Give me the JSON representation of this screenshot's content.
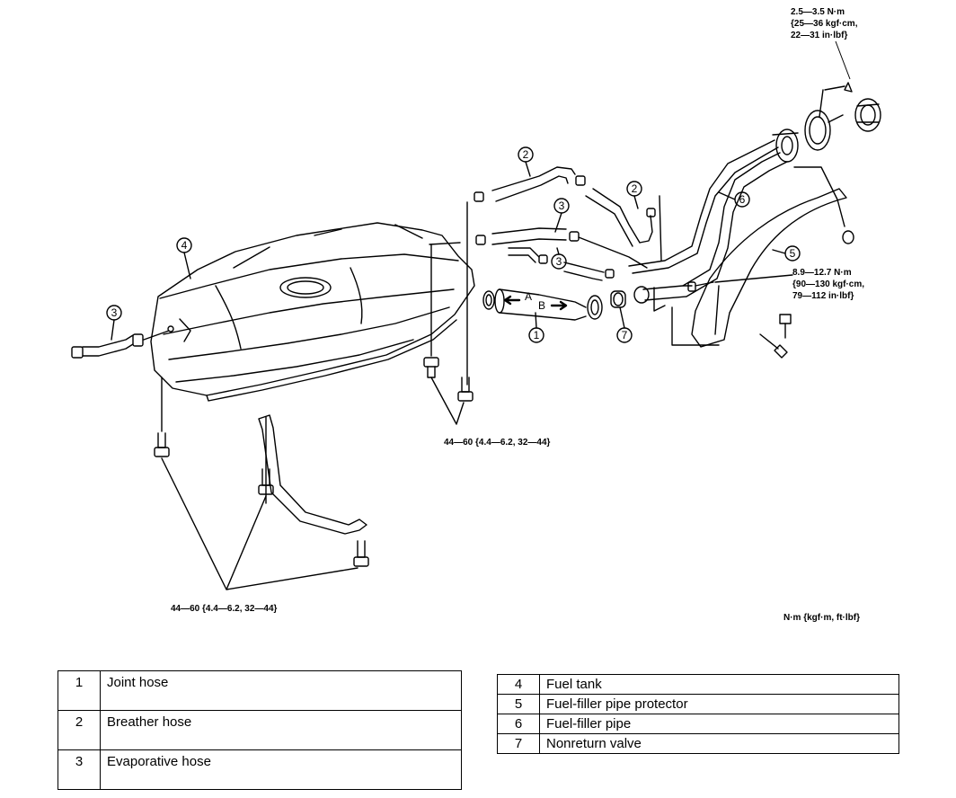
{
  "callouts": {
    "c1": "1",
    "c2a": "2",
    "c2b": "2",
    "c3a": "3",
    "c3b": "3",
    "c3c": "3",
    "c4": "4",
    "c5": "5",
    "c6": "6",
    "c7": "7"
  },
  "letters": {
    "a": "A",
    "b": "B"
  },
  "torques": {
    "cap_line1": "2.5—3.5 N·m",
    "cap_line2": "{25—36 kgf·cm,",
    "cap_line3": "22—31 in·lbf}",
    "pipe_line1": "8.9—12.7 N·m",
    "pipe_line2": "{90—130 kgf·cm,",
    "pipe_line3": "79—112 in·lbf}",
    "mid_bolts": "44—60 {4.4—6.2, 32—44}",
    "strap_bolts": "44—60 {4.4—6.2, 32—44}",
    "units": "N·m {kgf·m, ft·lbf}"
  },
  "parts_left": [
    {
      "num": "1",
      "name": "Joint hose"
    },
    {
      "num": "2",
      "name": "Breather hose"
    },
    {
      "num": "3",
      "name": "Evaporative hose"
    }
  ],
  "parts_right": [
    {
      "num": "4",
      "name": "Fuel tank"
    },
    {
      "num": "5",
      "name": "Fuel-filler pipe protector"
    },
    {
      "num": "6",
      "name": "Fuel-filler pipe"
    },
    {
      "num": "7",
      "name": "Nonreturn valve"
    }
  ]
}
